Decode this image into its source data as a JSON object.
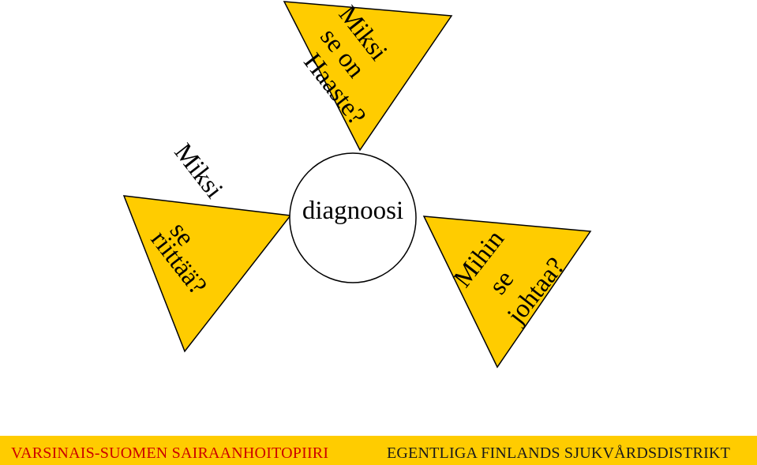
{
  "diagram": {
    "center_label": "diagnoosi",
    "triangles": [
      {
        "id": "top",
        "lines": [
          "Miksi",
          "se on",
          "Haaste?"
        ]
      },
      {
        "id": "left",
        "lines": [
          "Miksi",
          "se",
          "riittää?"
        ]
      },
      {
        "id": "right",
        "lines": [
          "Mihin",
          "se",
          "johtaa?"
        ]
      }
    ],
    "colors": {
      "triangle_fill": "#ffcc00",
      "triangle_stroke": "#000000",
      "circle_fill": "#ffffff",
      "footer_bg": "#ffcc00",
      "footer_left_text": "#cc0000",
      "footer_right_text": "#1a1a1a"
    }
  },
  "footer": {
    "left_text": "VARSINAIS-SUOMEN SAIRAANHOITOPIIRI",
    "right_text": "EGENTLIGA FINLANDS SJUKVÅRDSDISTRIKT"
  }
}
